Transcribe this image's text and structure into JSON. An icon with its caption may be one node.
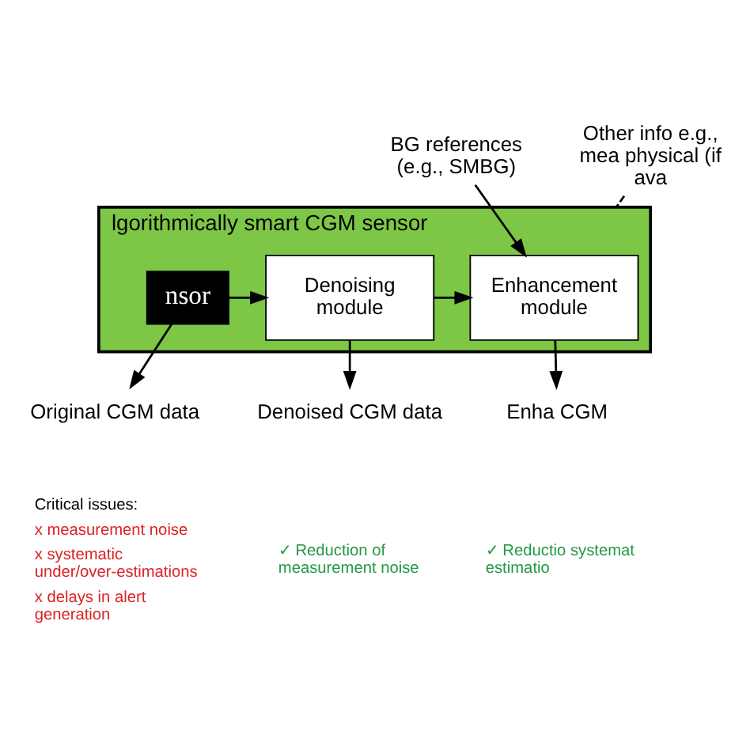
{
  "diagram": {
    "nodes": [
      {
        "text": [
          "lgorithmically smart CGM sensor"
        ]
      },
      {
        "text": [
          "nsor"
        ],
        "in": 0
      },
      {
        "text": [
          "Denoising module"
        ],
        "in": 0
      },
      {
        "text": [
          "Enhancement module"
        ],
        "in": 0
      },
      {
        "text": [
          "Original CGM data"
        ]
      },
      {
        "text": [
          "Denoised CGM data"
        ]
      },
      {
        "text": [
          "Enha CGM"
        ]
      },
      {
        "text": [
          "BG references (e.g., SMBG)"
        ]
      },
      {
        "text": [
          "Other info e.g., mea physical (if ava"
        ]
      }
    ],
    "edges": [
      {
        "from": 1,
        "to": 2,
        "arrow": "to"
      },
      {
        "from": 2,
        "to": 3,
        "arrow": "to"
      },
      {
        "from": 1,
        "to": 4,
        "arrow": "to"
      },
      {
        "from": 2,
        "to": 5,
        "arrow": "to"
      },
      {
        "from": 7,
        "to": 3,
        "arrow": "to"
      },
      {
        "from": 3,
        "to": 6,
        "arrow": "to"
      },
      {
        "from": 8,
        "to": 0,
        "arrow": "none",
        "style": "dashed"
      }
    ],
    "labels": [
      "Critical issues:",
      "x measurement noise",
      "x systematic under/over-estimations",
      "x delays in alert generation",
      "✓ Reduction of measurement noise",
      "✓ Reductio systemat estimatio"
    ]
  }
}
